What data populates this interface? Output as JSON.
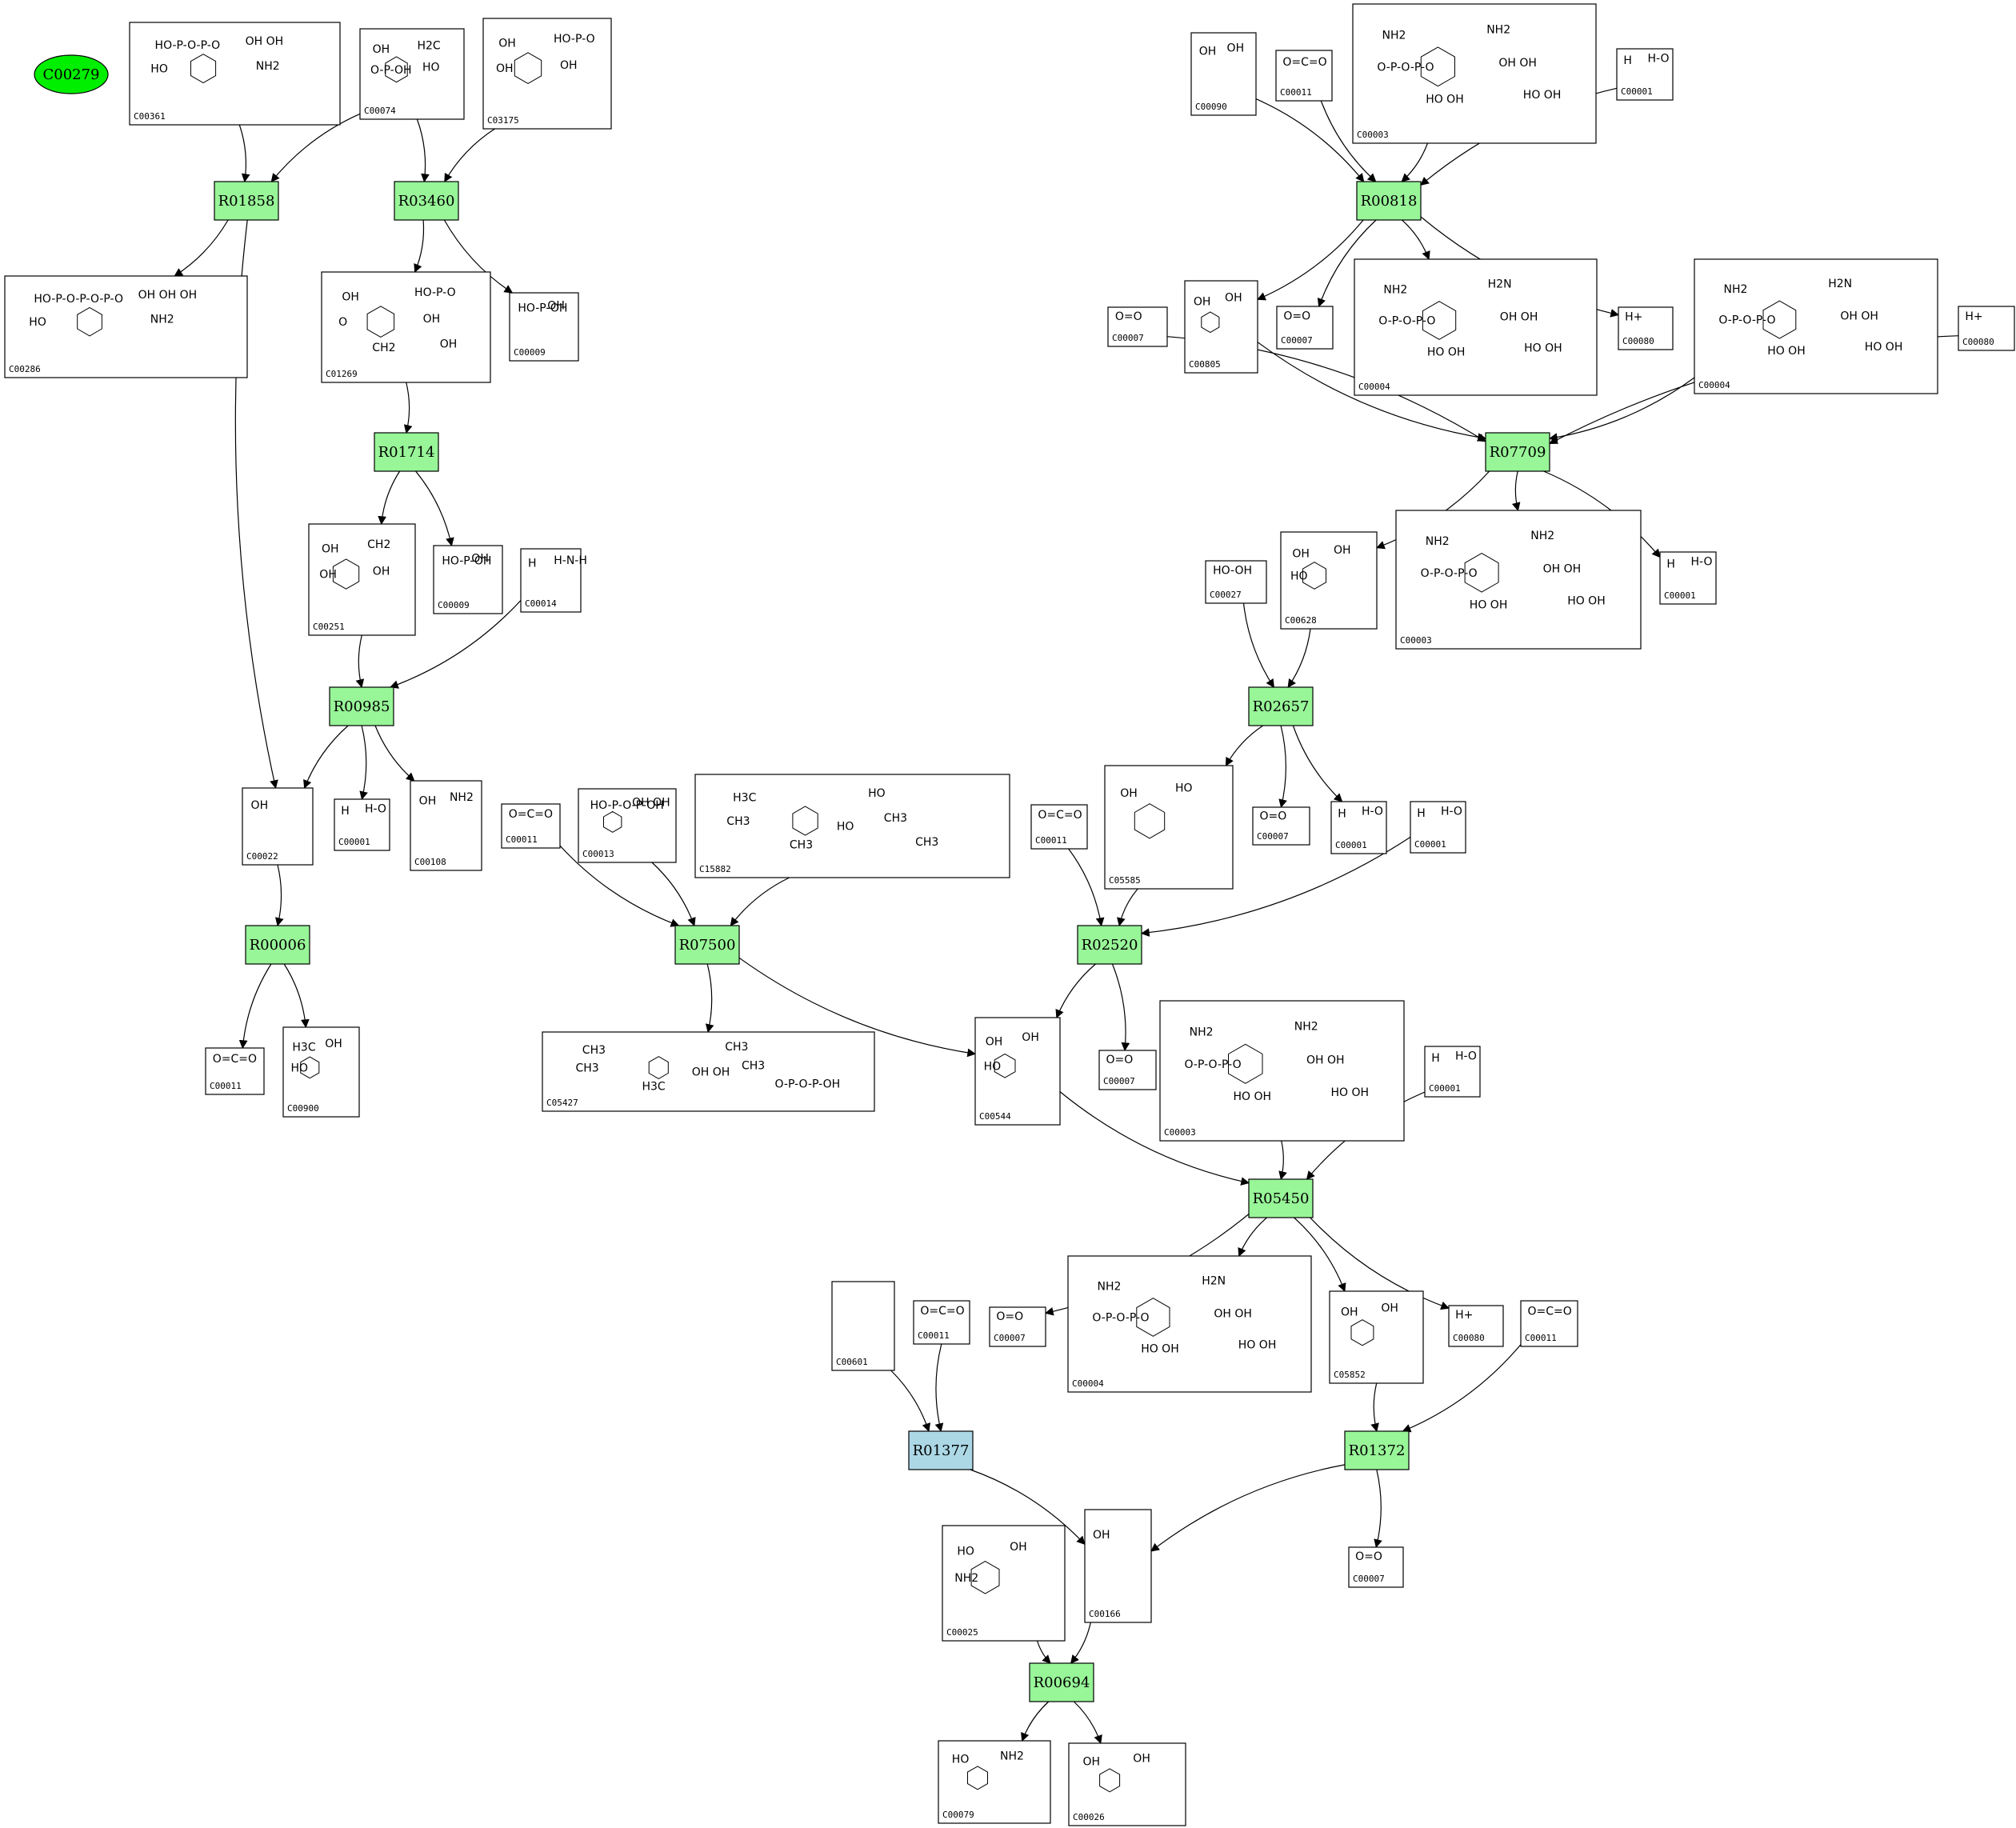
{
  "colors": {
    "reaction": "#98f598",
    "reaction_highlight": "#acd8e6",
    "start_compound": "#00ee00",
    "edge": "#000000",
    "box_border": "#000000"
  },
  "start_compound": "C00279",
  "reactions": [
    {
      "id": "R01858"
    },
    {
      "id": "R03460"
    },
    {
      "id": "R01714"
    },
    {
      "id": "R00985"
    },
    {
      "id": "R00006"
    },
    {
      "id": "R07500"
    },
    {
      "id": "R02520"
    },
    {
      "id": "R02657"
    },
    {
      "id": "R07709"
    },
    {
      "id": "R00818"
    },
    {
      "id": "R05450"
    },
    {
      "id": "R01377",
      "highlight": true
    },
    {
      "id": "R01372"
    },
    {
      "id": "R00694"
    }
  ],
  "compounds": [
    {
      "id": "C00361",
      "formula": [
        "HO-P-O-P-O",
        "OH OH",
        "HO",
        "NH2"
      ]
    },
    {
      "id": "C00074",
      "formula": [
        "OH",
        "H2C",
        "O-P-OH",
        "HO"
      ]
    },
    {
      "id": "C03175",
      "formula": [
        "OH",
        "HO-P-O",
        "OH",
        "OH"
      ]
    },
    {
      "id": "C00286",
      "formula": [
        "HO-P-O-P-O-P-O",
        "OH OH OH",
        "HO",
        "NH2"
      ]
    },
    {
      "id": "C01269",
      "formula": [
        "OH",
        "HO-P-O",
        "O",
        "OH",
        "CH2",
        "OH"
      ]
    },
    {
      "id": "C00009",
      "formula": [
        "HO-P-OH",
        "OH"
      ]
    },
    {
      "id": "C00251",
      "formula": [
        "OH",
        "CH2",
        "OH",
        "OH"
      ]
    },
    {
      "id": "C00014",
      "formula": [
        "H",
        "H-N-H"
      ]
    },
    {
      "id": "C00022",
      "formula": [
        "OH"
      ]
    },
    {
      "id": "C00001",
      "formula": [
        "H",
        "H-O"
      ]
    },
    {
      "id": "C00108",
      "formula": [
        "OH",
        "NH2"
      ]
    },
    {
      "id": "C00011",
      "formula": [
        "O=C=O"
      ]
    },
    {
      "id": "C00900",
      "formula": [
        "H3C",
        "OH",
        "HO"
      ]
    },
    {
      "id": "C00013",
      "formula": [
        "HO-P-O-P-OH",
        "OH OH"
      ]
    },
    {
      "id": "C15882",
      "formula": [
        "H3C",
        "HO",
        "CH3",
        "CH3",
        "CH3",
        "CH3",
        "HO"
      ]
    },
    {
      "id": "C05427",
      "formula": [
        "CH3",
        "CH3",
        "CH3",
        "CH3",
        "H3C",
        "O-P-O-P-OH",
        "OH OH"
      ]
    },
    {
      "id": "C00090",
      "formula": [
        "OH",
        "OH"
      ]
    },
    {
      "id": "C00003",
      "formula": [
        "NH2",
        "NH2",
        "O-P-O-P-O",
        "OH OH",
        "HO OH",
        "HO OH"
      ]
    },
    {
      "id": "C00004",
      "formula": [
        "NH2",
        "H2N",
        "O-P-O-P-O",
        "OH OH",
        "HO OH",
        "HO OH"
      ]
    },
    {
      "id": "C00805",
      "formula": [
        "OH",
        "OH"
      ]
    },
    {
      "id": "C00007",
      "formula": [
        "O=O"
      ]
    },
    {
      "id": "C00080",
      "formula": [
        "H+"
      ]
    },
    {
      "id": "C00027",
      "formula": [
        "HO-OH"
      ]
    },
    {
      "id": "C00628",
      "formula": [
        "OH",
        "OH",
        "HO"
      ]
    },
    {
      "id": "C05585",
      "formula": [
        "OH",
        "HO"
      ]
    },
    {
      "id": "C00544",
      "formula": [
        "OH",
        "OH",
        "HO"
      ]
    },
    {
      "id": "C00601",
      "formula": []
    },
    {
      "id": "C05852",
      "formula": [
        "OH",
        "OH"
      ]
    },
    {
      "id": "C00025",
      "formula": [
        "HO",
        "OH",
        "NH2"
      ]
    },
    {
      "id": "C00166",
      "formula": [
        "OH"
      ]
    },
    {
      "id": "C00079",
      "formula": [
        "HO",
        "NH2"
      ]
    },
    {
      "id": "C00026",
      "formula": [
        "OH",
        "OH"
      ]
    }
  ]
}
